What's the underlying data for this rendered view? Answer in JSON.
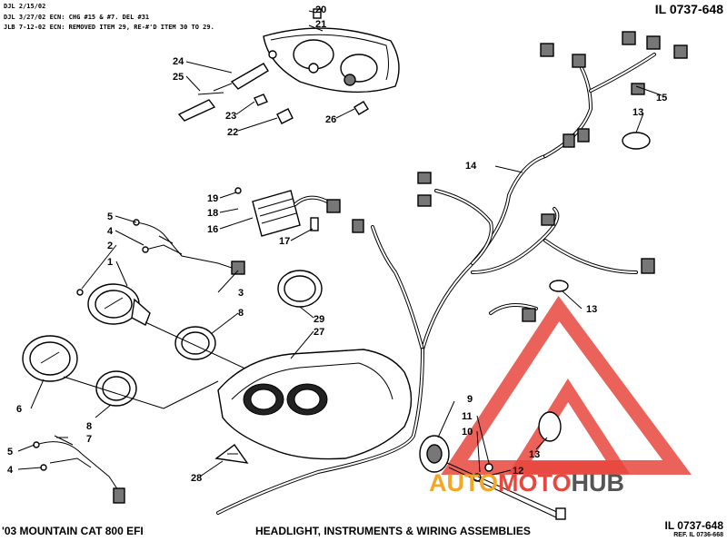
{
  "header": {
    "revisions": [
      "DJL 2/15/02",
      "DJL 3/27/02 ECN: CHG #15 & #7. DEL #31",
      "JLB 7-12-02 ECN: REMOVED ITEM 29, RE-#'D ITEM 30 TO 29."
    ],
    "illustration_id_top": "IL 0737-648"
  },
  "footer": {
    "model": "'03 MOUNTAIN CAT 800 EFI",
    "title": "HEADLIGHT, INSTRUMENTS & WIRING ASSEMBLIES",
    "illustration_id": "IL 0737-648",
    "reference": "REF. IL 0736-668"
  },
  "watermark": {
    "word_part1": "AUTO",
    "word_part2": "MOTO",
    "word_part3": "HUB",
    "color_red": "#e8473e",
    "color_orange": "#f5a623",
    "color_grey": "#555555"
  },
  "callouts": {
    "n1": "1",
    "n2": "2",
    "n3": "3",
    "n4a": "4",
    "n4b": "4",
    "n5a": "5",
    "n5b": "5",
    "n6": "6",
    "n7": "7",
    "n8a": "8",
    "n8b": "8",
    "n9": "9",
    "n10": "10",
    "n11": "11",
    "n12": "12",
    "n13a": "13",
    "n13b": "13",
    "n13c": "13",
    "n14": "14",
    "n15": "15",
    "n16": "16",
    "n17": "17",
    "n18": "18",
    "n19": "19",
    "n20": "20",
    "n21": "21",
    "n22": "22",
    "n23": "23",
    "n24": "24",
    "n25": "25",
    "n26": "26",
    "n27": "27",
    "n28": "28",
    "n29": "29"
  }
}
